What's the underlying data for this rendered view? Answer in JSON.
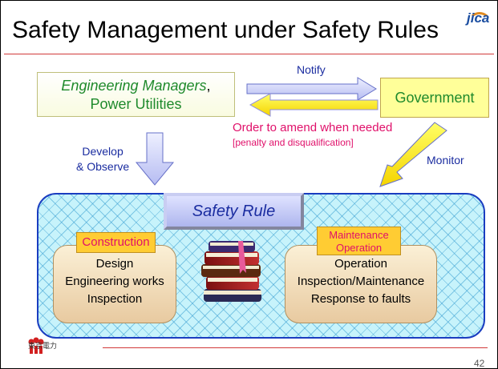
{
  "slide": {
    "title": "Safety Management under Safety Rules",
    "logo_text": "jica",
    "page_number": "42"
  },
  "entities": {
    "engineering_managers": {
      "line1": "Engineering Managers",
      "line1_suffix": ",",
      "line2": "Power Utilities"
    },
    "government": "Government"
  },
  "flows": {
    "notify": "Notify",
    "order": "Order to amend when needed",
    "penalty": "[penalty and disqualification]",
    "develop_line1": "Develop",
    "develop_line2": "& Observe",
    "monitor": "Monitor"
  },
  "safety_rule": {
    "title": "Safety Rule",
    "construction": {
      "label": "Construction",
      "items": [
        "Design",
        "Engineering works",
        "Inspection"
      ]
    },
    "maintenance": {
      "label_line1": "Maintenance",
      "label_line2": "Operation",
      "items": [
        "Operation",
        "Inspection/Maintenance",
        "Response to faults"
      ]
    }
  },
  "footer": {
    "company_text": "東京電力"
  },
  "colors": {
    "title_rule": "#d23a3a",
    "blue_text": "#1a2ca0",
    "magenta_text": "#e0106a",
    "green_text": "#1f8a2c",
    "government_fill": "#ffff99",
    "rule_area_fill": "#c7f3fb",
    "panel_fill": "#f3e0bd",
    "tag_fill": "#ffcc33"
  },
  "icons": [
    "jica-logo-icon",
    "books-stack-icon",
    "tepco-logo-icon"
  ]
}
